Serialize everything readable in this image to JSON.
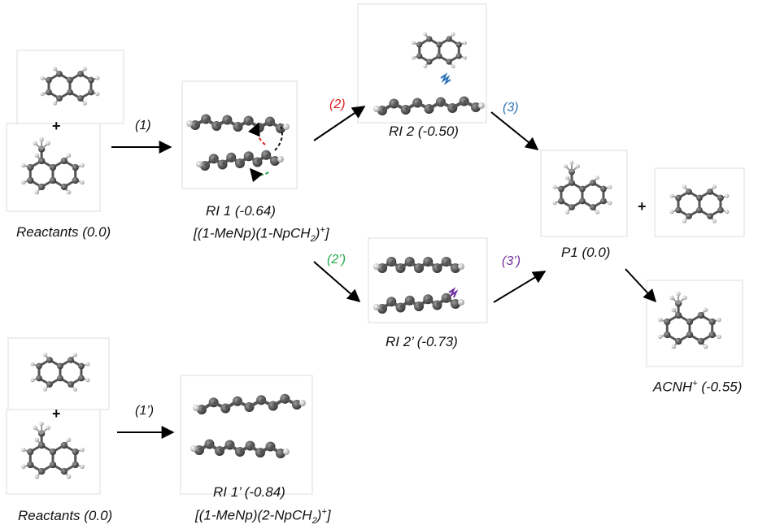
{
  "species": {
    "reactants_top": "Reactants (0.0)",
    "ri1": "RI 1 (-0.64)",
    "ri1_formula": {
      "a": "[(1-MeNp)(1-NpCH",
      "b": "2",
      "c": ")",
      "d": "+",
      "e": "]"
    },
    "ri2": "RI 2 (-0.50)",
    "ri2p": "RI 2’ (-0.73)",
    "p1": "P1 (0.0)",
    "acnh": {
      "a": "ACNH",
      "b": "+",
      "c": " (-0.55)"
    },
    "reactants_bottom": "Reactants (0.0)",
    "ri1p": "RI 1’ (-0.84)",
    "ri1p_formula": {
      "a": "[(1-MeNp)(2-NpCH",
      "b": "2",
      "c": ")",
      "d": "+",
      "e": "]"
    }
  },
  "steps": [
    {
      "label": "(1)",
      "color": "#111111"
    },
    {
      "label": "(2)",
      "color": "#e02020"
    },
    {
      "label": "(3)",
      "color": "#2e75b6"
    },
    {
      "label": "(2’)",
      "color": "#21a84a"
    },
    {
      "label": "(3’)",
      "color": "#7030a0"
    },
    {
      "label": "(1’)",
      "color": "#111111"
    }
  ],
  "plus_sign": "+",
  "colors": {
    "atom": "#4a4a4a",
    "hydrogen": "#bdbdbd",
    "arrow": "#000000"
  }
}
